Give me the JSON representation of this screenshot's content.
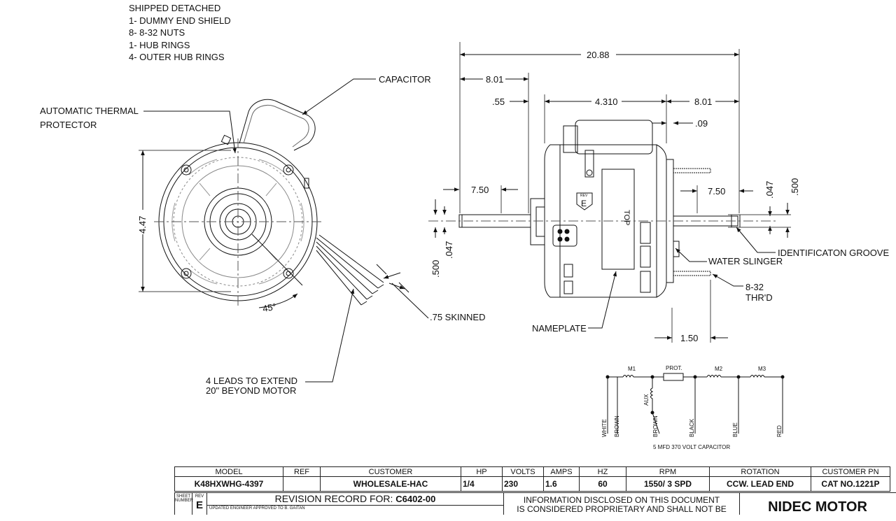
{
  "notes": {
    "lines": [
      "SHIPPED DETACHED",
      "1- DUMMY END SHIELD",
      "8- 8-32 NUTS",
      "1-  HUB RINGS",
      "4- OUTER HUB RINGS"
    ]
  },
  "callouts": {
    "capacitor": "CAPACITOR",
    "thermal_1": "AUTOMATIC THERMAL",
    "thermal_2": "PROTECTOR",
    "skinned": ".75 SKINNED",
    "leads_1": "4 LEADS TO EXTEND",
    "leads_2": "20\" BEYOND MOTOR",
    "water_slinger": "WATER SLINGER",
    "id_groove": "IDENTIFICATON GROOVE",
    "thrd_1": "8-32",
    "thrd_2": "THR'D",
    "nameplate": "NAMEPLATE",
    "top": "TOP",
    "rev_badge": "E",
    "rev_small": "REV"
  },
  "dimensions": {
    "d2088": "20.88",
    "d801a": "8.01",
    "d055": ".55",
    "d4310": "4.310",
    "d801b": "8.01",
    "d009": ".09",
    "d750a": "7.50",
    "d750b": "7.50",
    "d047a": ".047",
    "d500a": ".500",
    "d047b": ".047",
    "d500b": ".500",
    "d447": "4.47",
    "d45": "45°",
    "d150": "1.50"
  },
  "wiring": {
    "m1": "M1",
    "prot": "PROT.",
    "m2": "M2",
    "m3": "M3",
    "aux": "AUX",
    "white": "WHITE",
    "brown1": "BROWN",
    "brown2": "BROWN",
    "black": "BLACK",
    "blue": "BLUE",
    "red": "RED",
    "capacitor_note": "5 MFD 370 VOLT CAPACITOR"
  },
  "title_block": {
    "headers": [
      "MODEL",
      "REF",
      "CUSTOMER",
      "HP",
      "VOLTS",
      "AMPS",
      "HZ",
      "RPM",
      "ROTATION",
      "CUSTOMER PN"
    ],
    "values": [
      "K48HXWHG-4397",
      "",
      "WHOLESALE-HAC",
      "1/4",
      "230",
      "1.6",
      "60",
      "1550/ 3 SPD",
      "CCW. LEAD END",
      "CAT NO.1221P"
    ],
    "sheet_label": "SHEET NUMBER",
    "rev_label": "REV",
    "rev_value": "E",
    "revision_record_label": "REVISION RECORD FOR:",
    "revision_record_value": "C6402-00",
    "revision_note": "UPDATED ENGINEER APPROVED TO B. GAITAN",
    "info_1": "INFORMATION DISCLOSED ON THIS DOCUMENT",
    "info_2": "IS CONSIDERED PROPRIETARY AND SHALL NOT BE",
    "company": "NIDEC MOTOR"
  }
}
